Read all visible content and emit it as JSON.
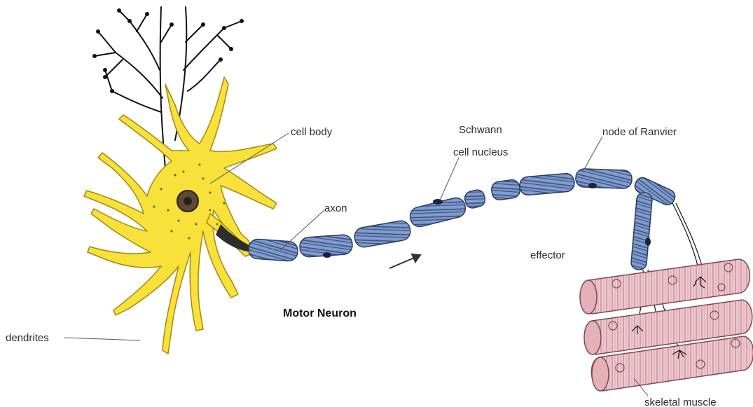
{
  "labels": {
    "cell_body": "cell body",
    "schwann_line1": "Schwann",
    "schwann_line2": "cell nucleus",
    "node_of_ranvier": "node of Ranvier",
    "axon": "axon",
    "effector": "effector",
    "title": "Motor Neuron",
    "dendrites": "dendrites",
    "skeletal_muscle": "skeletal muscle"
  },
  "colors": {
    "cell_body_fill": "#f7e13a",
    "cell_body_stroke": "#a08a10",
    "myelin_fill": "#7f9ccf",
    "myelin_stripe": "#3d4f7a",
    "muscle_fill": "#f0c8cf",
    "muscle_stroke": "#7a4a52",
    "nerve_line": "#111111"
  }
}
